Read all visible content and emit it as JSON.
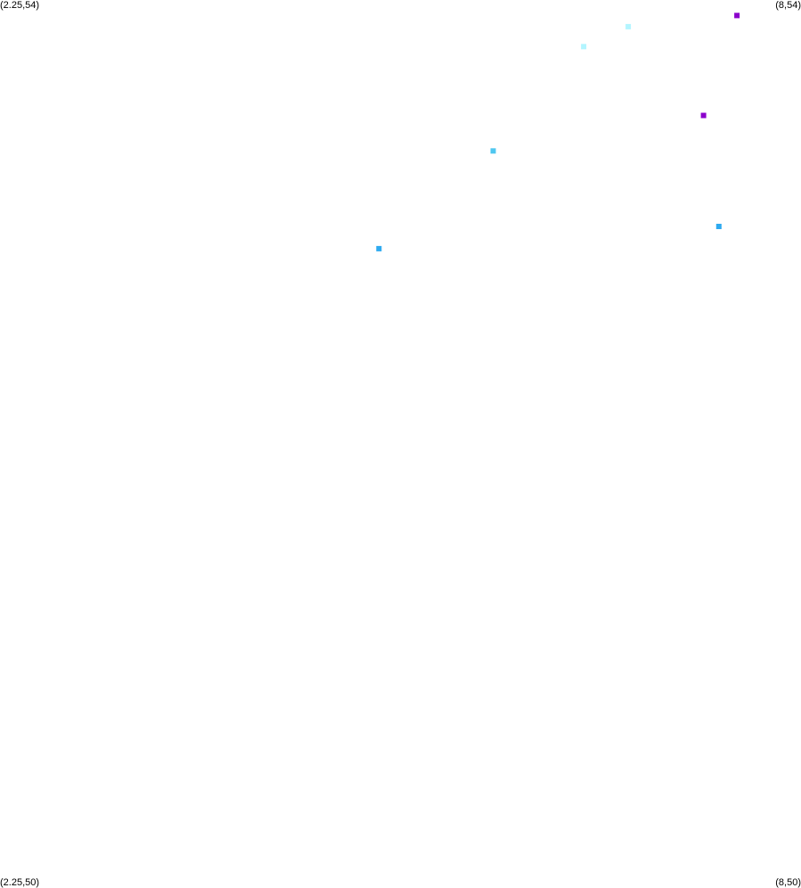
{
  "corners": {
    "top_left": "(2.25,54)",
    "top_right": "(8,54)",
    "bottom_left": "(2.25,50)",
    "bottom_right": "(8,50)"
  },
  "chart_data": {
    "type": "scatter",
    "title": "",
    "xlabel": "",
    "ylabel": "",
    "xlim": [
      2.25,
      8
    ],
    "ylim": [
      50,
      54
    ],
    "grid": false,
    "legend": "none",
    "points": [
      {
        "x": 7.54,
        "y": 53.93,
        "color": "#8b00cc"
      },
      {
        "x": 6.76,
        "y": 53.88,
        "color": "#b3f5ff"
      },
      {
        "x": 6.44,
        "y": 53.79,
        "color": "#b3f5ff"
      },
      {
        "x": 7.3,
        "y": 53.48,
        "color": "#8b00cc"
      },
      {
        "x": 5.79,
        "y": 53.32,
        "color": "#4fc7f0"
      },
      {
        "x": 7.41,
        "y": 52.98,
        "color": "#2eaaf0"
      },
      {
        "x": 4.97,
        "y": 52.88,
        "color": "#2eaaf0"
      }
    ]
  }
}
